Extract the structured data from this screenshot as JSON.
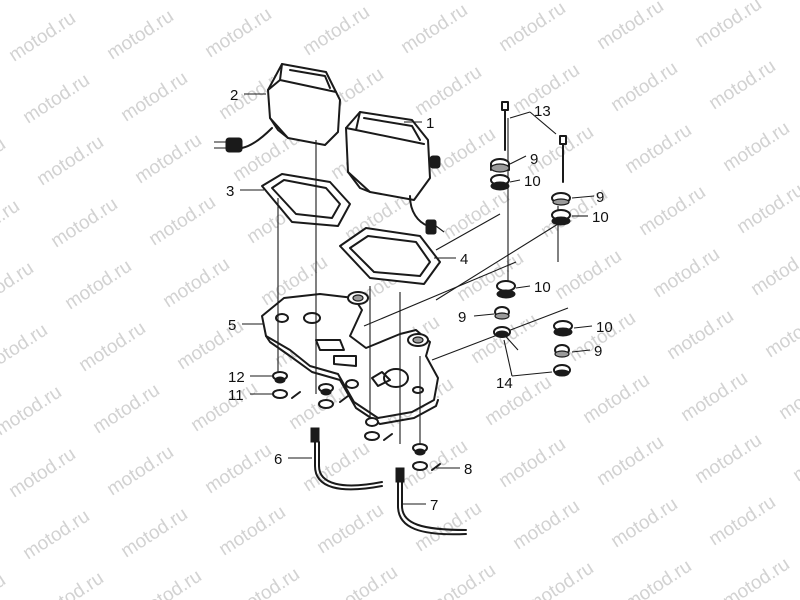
{
  "watermark": {
    "text": "motod.ru"
  },
  "colors": {
    "line": "#1a1a1a",
    "watermark": "#d2d2d2",
    "background": "#ffffff"
  },
  "callouts": [
    {
      "id": "c1",
      "label": "1"
    },
    {
      "id": "c2",
      "label": "2"
    },
    {
      "id": "c3",
      "label": "3"
    },
    {
      "id": "c4",
      "label": "4"
    },
    {
      "id": "c5",
      "label": "5"
    },
    {
      "id": "c6",
      "label": "6"
    },
    {
      "id": "c7",
      "label": "7"
    },
    {
      "id": "c8",
      "label": "8"
    },
    {
      "id": "c9a",
      "label": "9"
    },
    {
      "id": "c9b",
      "label": "9"
    },
    {
      "id": "c9c",
      "label": "9"
    },
    {
      "id": "c9d",
      "label": "9"
    },
    {
      "id": "c10a",
      "label": "10"
    },
    {
      "id": "c10b",
      "label": "10"
    },
    {
      "id": "c10c",
      "label": "10"
    },
    {
      "id": "c10d",
      "label": "10"
    },
    {
      "id": "c11",
      "label": "11"
    },
    {
      "id": "c12",
      "label": "12"
    },
    {
      "id": "c13",
      "label": "13"
    },
    {
      "id": "c14",
      "label": "14"
    }
  ]
}
